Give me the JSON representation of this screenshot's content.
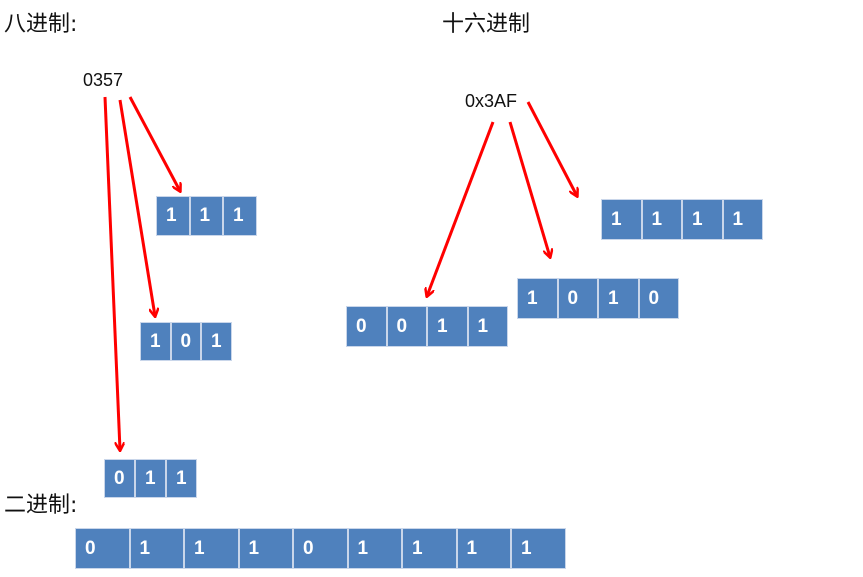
{
  "labels": {
    "octal_title": "八进制:",
    "hex_title": "十六进制",
    "binary_title": "二进制:",
    "octal_value": "0357",
    "hex_value": "0x3AF"
  },
  "groups": {
    "oct_7": [
      "1",
      "1",
      "1"
    ],
    "oct_5": [
      "1",
      "0",
      "1"
    ],
    "oct_3": [
      "0",
      "1",
      "1"
    ],
    "hex_3": [
      "0",
      "0",
      "1",
      "1"
    ],
    "hex_A": [
      "1",
      "0",
      "1",
      "0"
    ],
    "hex_F": [
      "1",
      "1",
      "1",
      "1"
    ],
    "binary": [
      "0",
      "1",
      "1",
      "1",
      "0",
      "1",
      "1",
      "1",
      "1"
    ]
  },
  "colors": {
    "cell": "#4f81bd",
    "arrow": "#ff0000"
  }
}
